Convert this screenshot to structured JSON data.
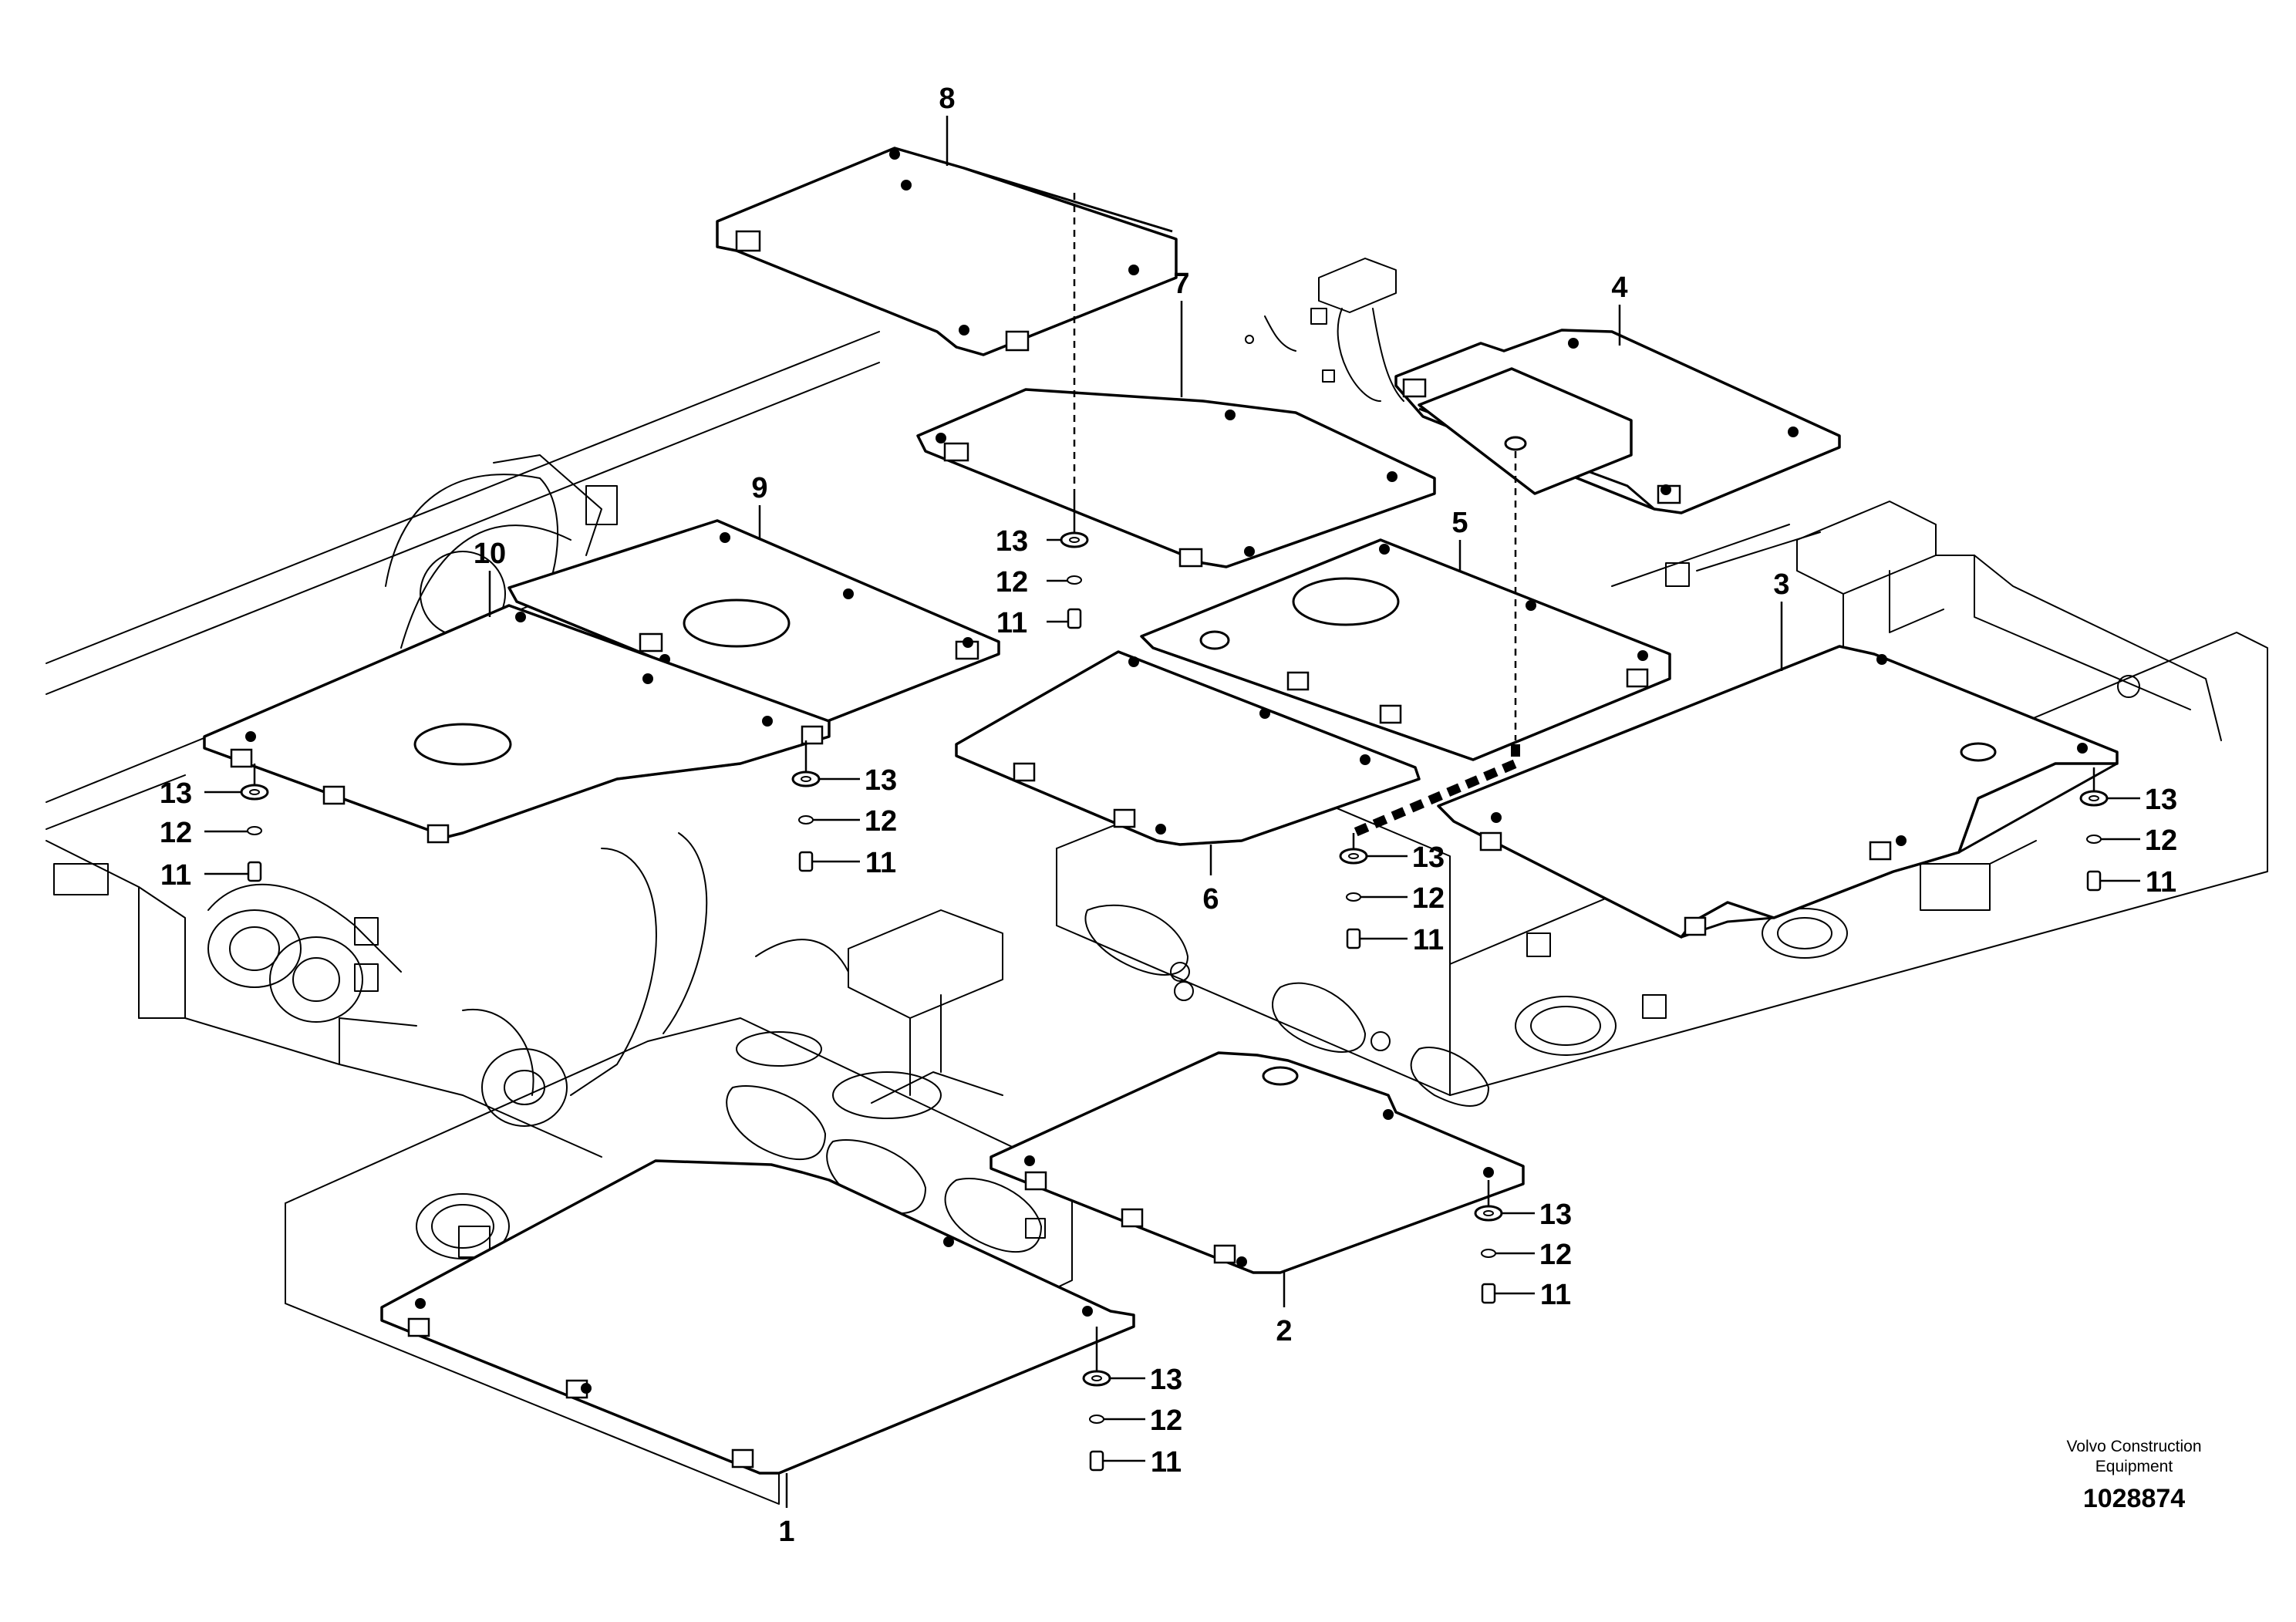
{
  "callouts": {
    "c1": "1",
    "c2": "2",
    "c3": "3",
    "c4": "4",
    "c5": "5",
    "c6": "6",
    "c7": "7",
    "c8": "8",
    "c9": "9",
    "c10": "10",
    "c11": "11",
    "c12": "12",
    "c13": "13"
  },
  "brand": {
    "name_line1": "Volvo Construction",
    "name_line2": "Equipment",
    "drawing_number": "1028874"
  }
}
